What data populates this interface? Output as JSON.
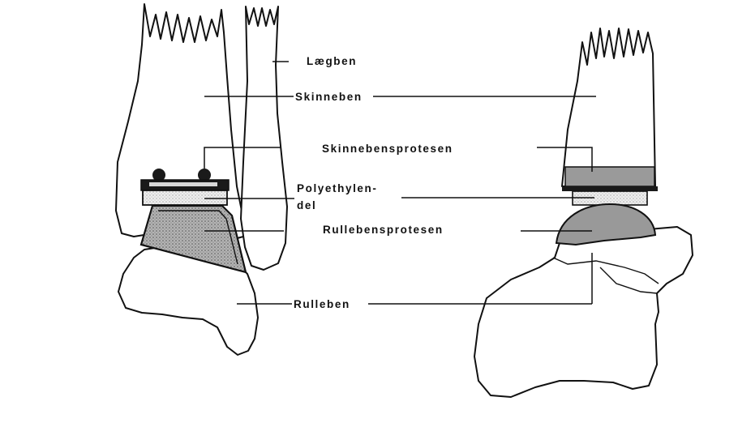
{
  "labels": {
    "laegben": "Lægben",
    "skinneben": "Skinneben",
    "skinnebensprotesen": "Skinnebensprotesen",
    "polyethylen_1": "Polyethylen-",
    "polyethylen_2": "del",
    "rullebensprotesen": "Rullebensprotesen",
    "rulleben": "Rulleben"
  },
  "colors": {
    "line": "#111111",
    "metal_component": "#9a9a9a",
    "stippled_dark": "#a8a8a8",
    "stippled_light": "#e6e6e6",
    "metal_plate": "#1a1a1a"
  }
}
